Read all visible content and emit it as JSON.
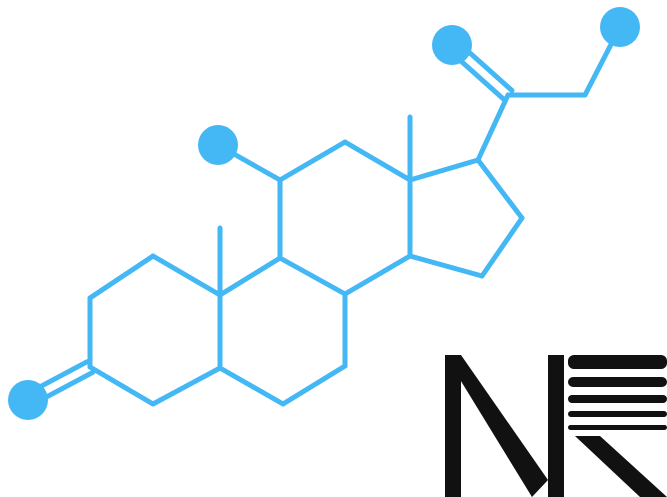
{
  "diagram": {
    "colors": {
      "structure": "#44b7f5",
      "logo": "#111111",
      "background": "#ffffff"
    },
    "molecule": {
      "rings": 4,
      "ring_sizes": [
        6,
        6,
        6,
        5
      ],
      "substituent_atoms": 4,
      "methyl_groups": 2
    },
    "logo": {
      "letters": "NR",
      "icon": "nr-logo-icon"
    }
  }
}
